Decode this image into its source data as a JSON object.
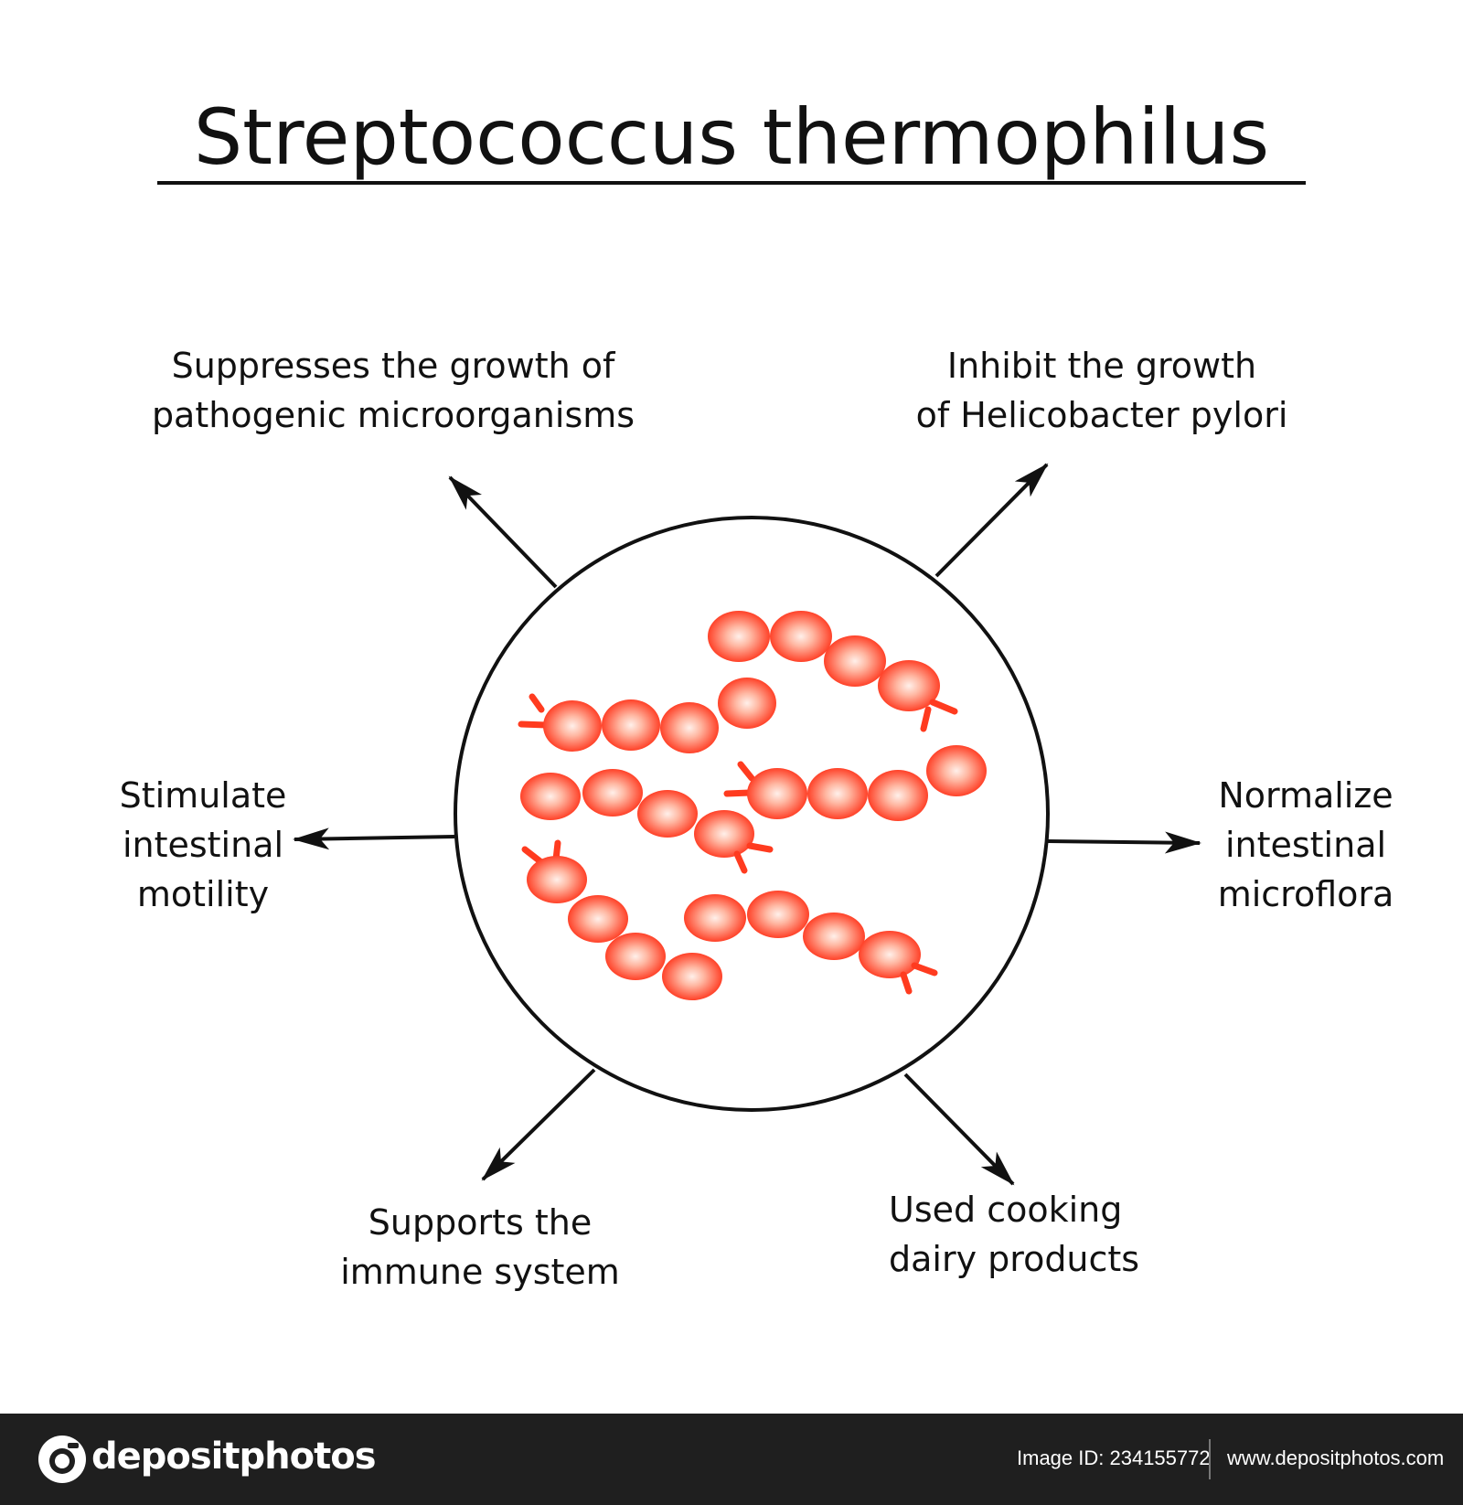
{
  "title": "Streptococcus thermophilus",
  "effects": {
    "top_left": [
      "Suppresses the growth of",
      "pathogenic microorganisms"
    ],
    "top_right": [
      "Inhibit the growth",
      "of Helicobacter pylori"
    ],
    "left": [
      "Stimulate",
      "intestinal",
      "motility"
    ],
    "right": [
      "Normalize",
      "intestinal",
      "microflora"
    ],
    "bottom_left": [
      "Supports the",
      "immune system"
    ],
    "bottom_right": [
      "Used cooking",
      "dairy products"
    ]
  },
  "colors": {
    "bacteria": "#ff3b1f",
    "bacteria_highlight": "#fff0ea",
    "outline": "#111111",
    "footer": "#1f1f1f"
  },
  "footer": {
    "brand": "depositphotos",
    "image_id": "Image ID: 234155772",
    "site": "www.depositphotos.com"
  }
}
